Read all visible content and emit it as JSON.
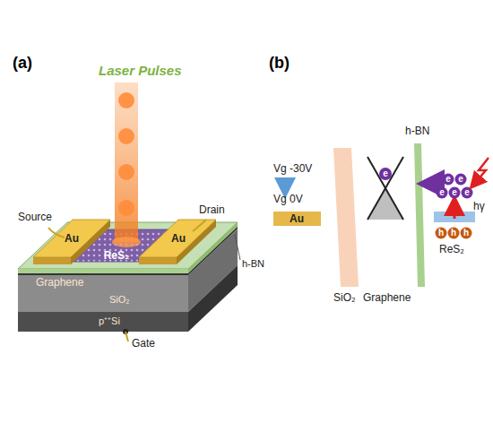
{
  "diagram": {
    "labels": [
      "(a)",
      "Laser Pulses",
      "Source",
      "Drain",
      "Au",
      "ReS₂",
      "Au",
      "h-BN",
      "Graphene",
      "SiO₂",
      "p⁺⁺Si",
      "Gate",
      "(b)",
      "Vg -30V",
      "Vg 0V",
      "Au",
      "SiO₂",
      "e",
      "h-BN",
      "e",
      "e",
      "e",
      "e",
      "e",
      "hγ",
      "h",
      "h",
      "h",
      "ReS₂",
      "Graphene"
    ]
  }
}
